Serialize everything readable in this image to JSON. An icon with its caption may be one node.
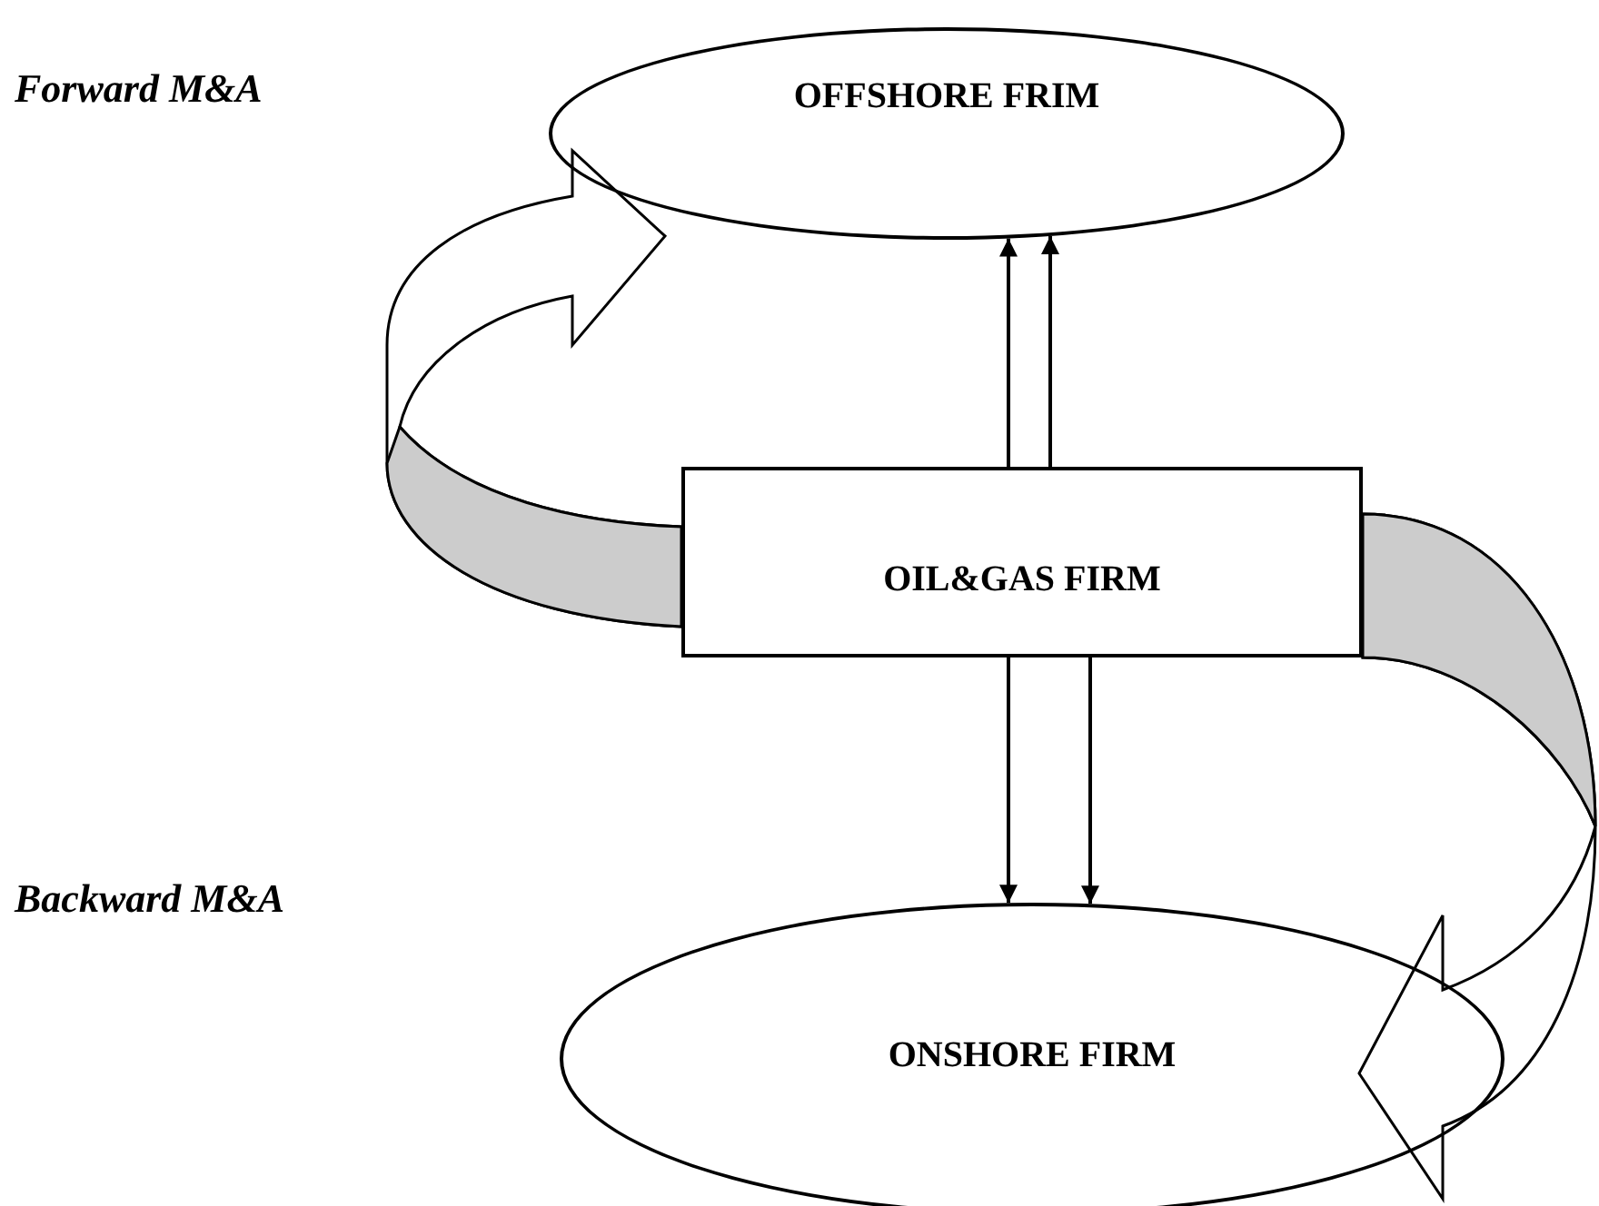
{
  "diagram": {
    "nodes": [
      {
        "text": [
          "OFFSHORE FRIM"
        ]
      },
      {
        "text": [
          "OIL&GAS FIRM"
        ]
      },
      {
        "text": [
          "ONSHORE FIRM"
        ]
      }
    ],
    "edges": [
      {
        "from": 1,
        "to": 0,
        "arrow": "to"
      },
      {
        "from": 1,
        "to": 0,
        "arrow": "to"
      },
      {
        "from": 1,
        "to": 2,
        "arrow": "to"
      },
      {
        "from": 1,
        "to": 2,
        "arrow": "to"
      },
      {
        "from": 1,
        "to": 0,
        "arrow": "to",
        "style": "thick"
      },
      {
        "from": 1,
        "to": 2,
        "arrow": "to",
        "style": "thick"
      }
    ],
    "labels": [
      "Forward M&A",
      "Backward M&A"
    ]
  }
}
